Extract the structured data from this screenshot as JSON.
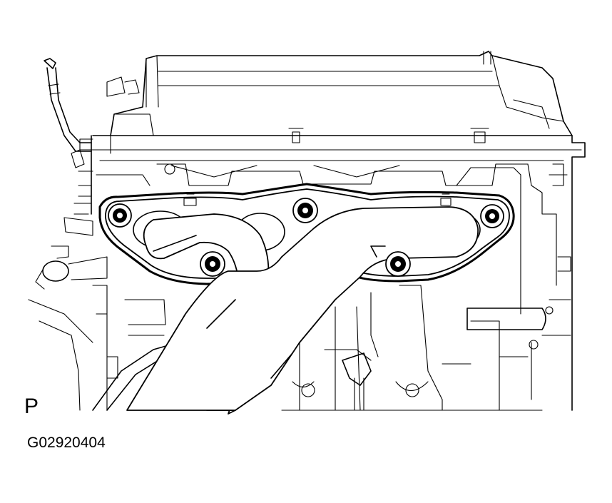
{
  "figure": {
    "view_letter": "P",
    "figure_id": "G02920404"
  },
  "bolts": [
    {
      "id": "bolt-far-left"
    },
    {
      "id": "bolt-upper-center"
    },
    {
      "id": "bolt-far-right"
    },
    {
      "id": "bolt-lower-left"
    },
    {
      "id": "bolt-lower-right"
    }
  ]
}
